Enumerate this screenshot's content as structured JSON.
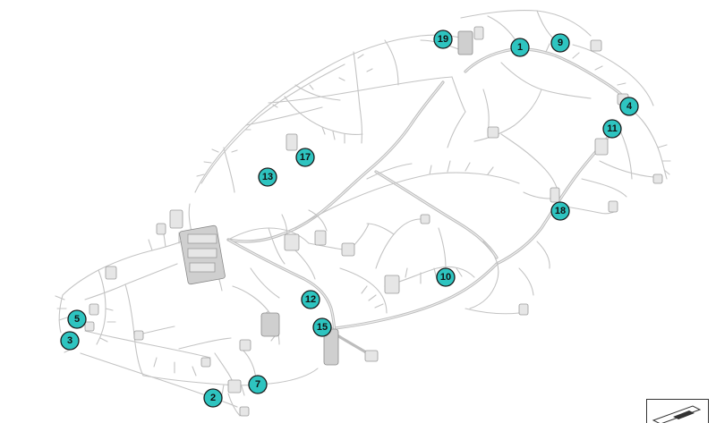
{
  "diagram": {
    "callout_color": "#2ec4c0",
    "callouts": [
      {
        "id": "callout-19",
        "label": "19"
      },
      {
        "id": "callout-1",
        "label": "1"
      },
      {
        "id": "callout-9",
        "label": "9"
      },
      {
        "id": "callout-4",
        "label": "4"
      },
      {
        "id": "callout-11",
        "label": "11"
      },
      {
        "id": "callout-17",
        "label": "17"
      },
      {
        "id": "callout-13",
        "label": "13"
      },
      {
        "id": "callout-18",
        "label": "18"
      },
      {
        "id": "callout-10",
        "label": "10"
      },
      {
        "id": "callout-12",
        "label": "12"
      },
      {
        "id": "callout-15",
        "label": "15"
      },
      {
        "id": "callout-5",
        "label": "5"
      },
      {
        "id": "callout-3",
        "label": "3"
      },
      {
        "id": "callout-7",
        "label": "7"
      },
      {
        "id": "callout-2",
        "label": "2"
      }
    ]
  },
  "corner_icon": {
    "name": "document-reference-icon"
  }
}
